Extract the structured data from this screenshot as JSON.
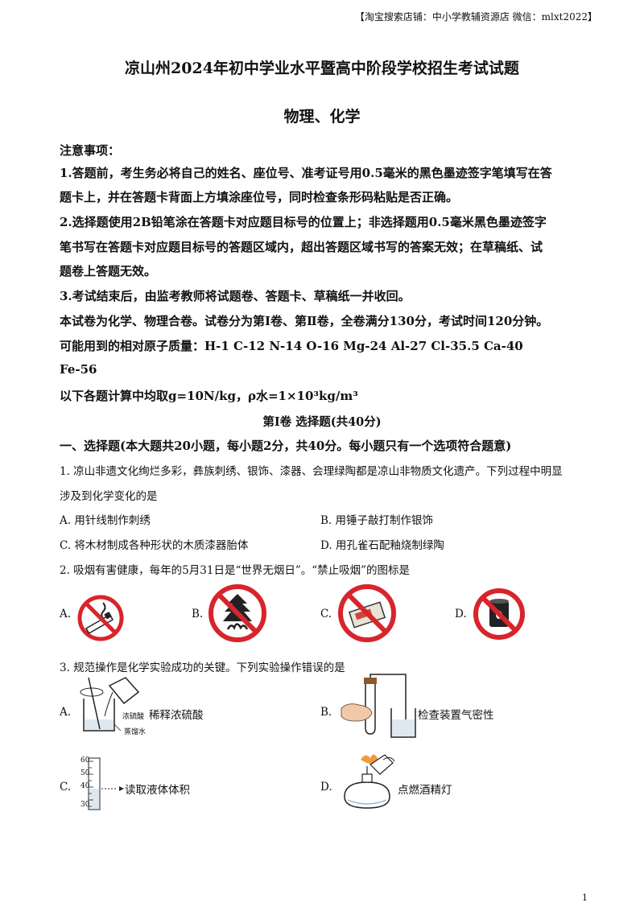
{
  "header_note": "【淘宝搜索店铺：中小学教辅资源店  微信：mlxt2022】",
  "title_main": "凉山州2024年初中学业水平暨高中阶段学校招生考试试题",
  "title_sub": "物理、化学",
  "notes_heading": "注意事项：",
  "note1_a": "1.答题前，考生务必将自己的姓名、座位号、准考证号用0.5毫米的黑色墨迹签字笔填写在答",
  "note1_b": "题卡上，并在答题卡背面上方填涂座位号，同时检查条形码粘贴是否正确。",
  "note2_a": "2.选择题使用2B铅笔涂在答题卡对应题目标号的位置上；非选择题用0.5毫米黑色墨迹签字",
  "note2_b": "笔书写在答题卡对应题目标号的答题区域内，超出答题区域书写的答案无效；在草稿纸、试",
  "note2_c": "题卷上答题无效。",
  "note3": "3.考试结束后，由监考教师将试题卷、答题卡、草稿纸一并收回。",
  "intro": "本试卷为化学、物理合卷。试卷分为第Ⅰ卷、第Ⅱ卷，全卷满分130分，考试时间120分钟。",
  "atomic_a": "可能用到的相对原子质量：H-1   C-12   N-14   O-16   Mg-24   Al-27   Cl-35.5   Ca-40",
  "atomic_b": "Fe-56",
  "constants": "以下各题计算中均取g=10N/kg，ρ水=1×10³kg/m³",
  "section_title": "第Ⅰ卷   选择题(共40分)",
  "part_heading": "一、选择题(本大题共20小题，每小题2分，共40分。每小题只有一个选项符合题意)",
  "q1_a": "1. 凉山非遗文化绚烂多彩，彝族刺绣、银饰、漆器、会理绿陶都是凉山非物质文化遗产。下列过程中明显",
  "q1_b": "涉及到化学变化的是",
  "q1_opts": {
    "A": "A. 用针线制作刺绣",
    "B": "B. 用锤子敲打制作银饰",
    "C": "C. 将木材制成各种形状的木质漆器胎体",
    "D": "D. 用孔雀石配釉烧制绿陶"
  },
  "q2": "2. 吸烟有害健康，每年的5月31日是“世界无烟日”。“禁止吸烟”的图标是",
  "q2_labels": {
    "A": "A.",
    "B": "B.",
    "C": "C.",
    "D": "D."
  },
  "q3": "3. 规范操作是化学实验成功的关键。下列实验操作错误的是",
  "q3_opts": {
    "A_label": "A.",
    "A_text": "稀释浓硫酸",
    "A_tag1": "浓硫酸",
    "A_tag2": "蒸馏水",
    "B_label": "B.",
    "B_text": "检查装置气密性",
    "C_label": "C.",
    "C_text": "读取液体体积",
    "C_ticks": [
      "60",
      "50",
      "40",
      "30"
    ],
    "D_label": "D.",
    "D_text": "点燃酒精灯"
  },
  "page_number": "1",
  "colors": {
    "prohibit_red": "#d8242c",
    "text": "#111111"
  }
}
